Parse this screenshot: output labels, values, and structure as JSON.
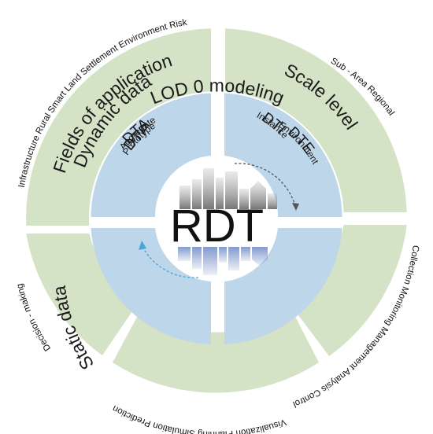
{
  "center": {
    "title": "RDT"
  },
  "segments": {
    "fields": "Fields of application",
    "scale": "Scale level",
    "dynamic": "Dynamic data",
    "lod": "LOD 0 modeling",
    "static": "Static data"
  },
  "inner": {
    "dtp": {
      "abbr": "DTP",
      "sub": "Prototype"
    },
    "dti": {
      "abbr": "DTI",
      "sub": "Instance"
    },
    "dta": {
      "abbr": "DTA",
      "sub": "Aggregate"
    },
    "dte": {
      "abbr": "DTE",
      "sub": "Environment"
    }
  },
  "outer_labels": {
    "fields": "Infrastructure  Rural  Smart Land  Settlement  Environment  Risk",
    "scale": "Sub - Area  Regional",
    "dynamic": "Collection  Monitoring  Management  Analysis  Control",
    "lod": "Visualization  Planning  Simulation  Prediction",
    "static": "Decision - making"
  },
  "colors": {
    "outer_ring": "#d4e2c6",
    "inner_ring": "#bdd6ea",
    "divider": "#ffffff",
    "skyline_top": "#8f8f8f",
    "skyline_reflection": "#7d95cc",
    "arrow_dark": "#555555",
    "arrow_light": "#4aa3d8"
  },
  "icons": {
    "skyline": "city-skyline-icon",
    "cycle_arrow_top": "cycle-arrow-icon",
    "cycle_arrow_bottom": "cycle-arrow-icon"
  }
}
